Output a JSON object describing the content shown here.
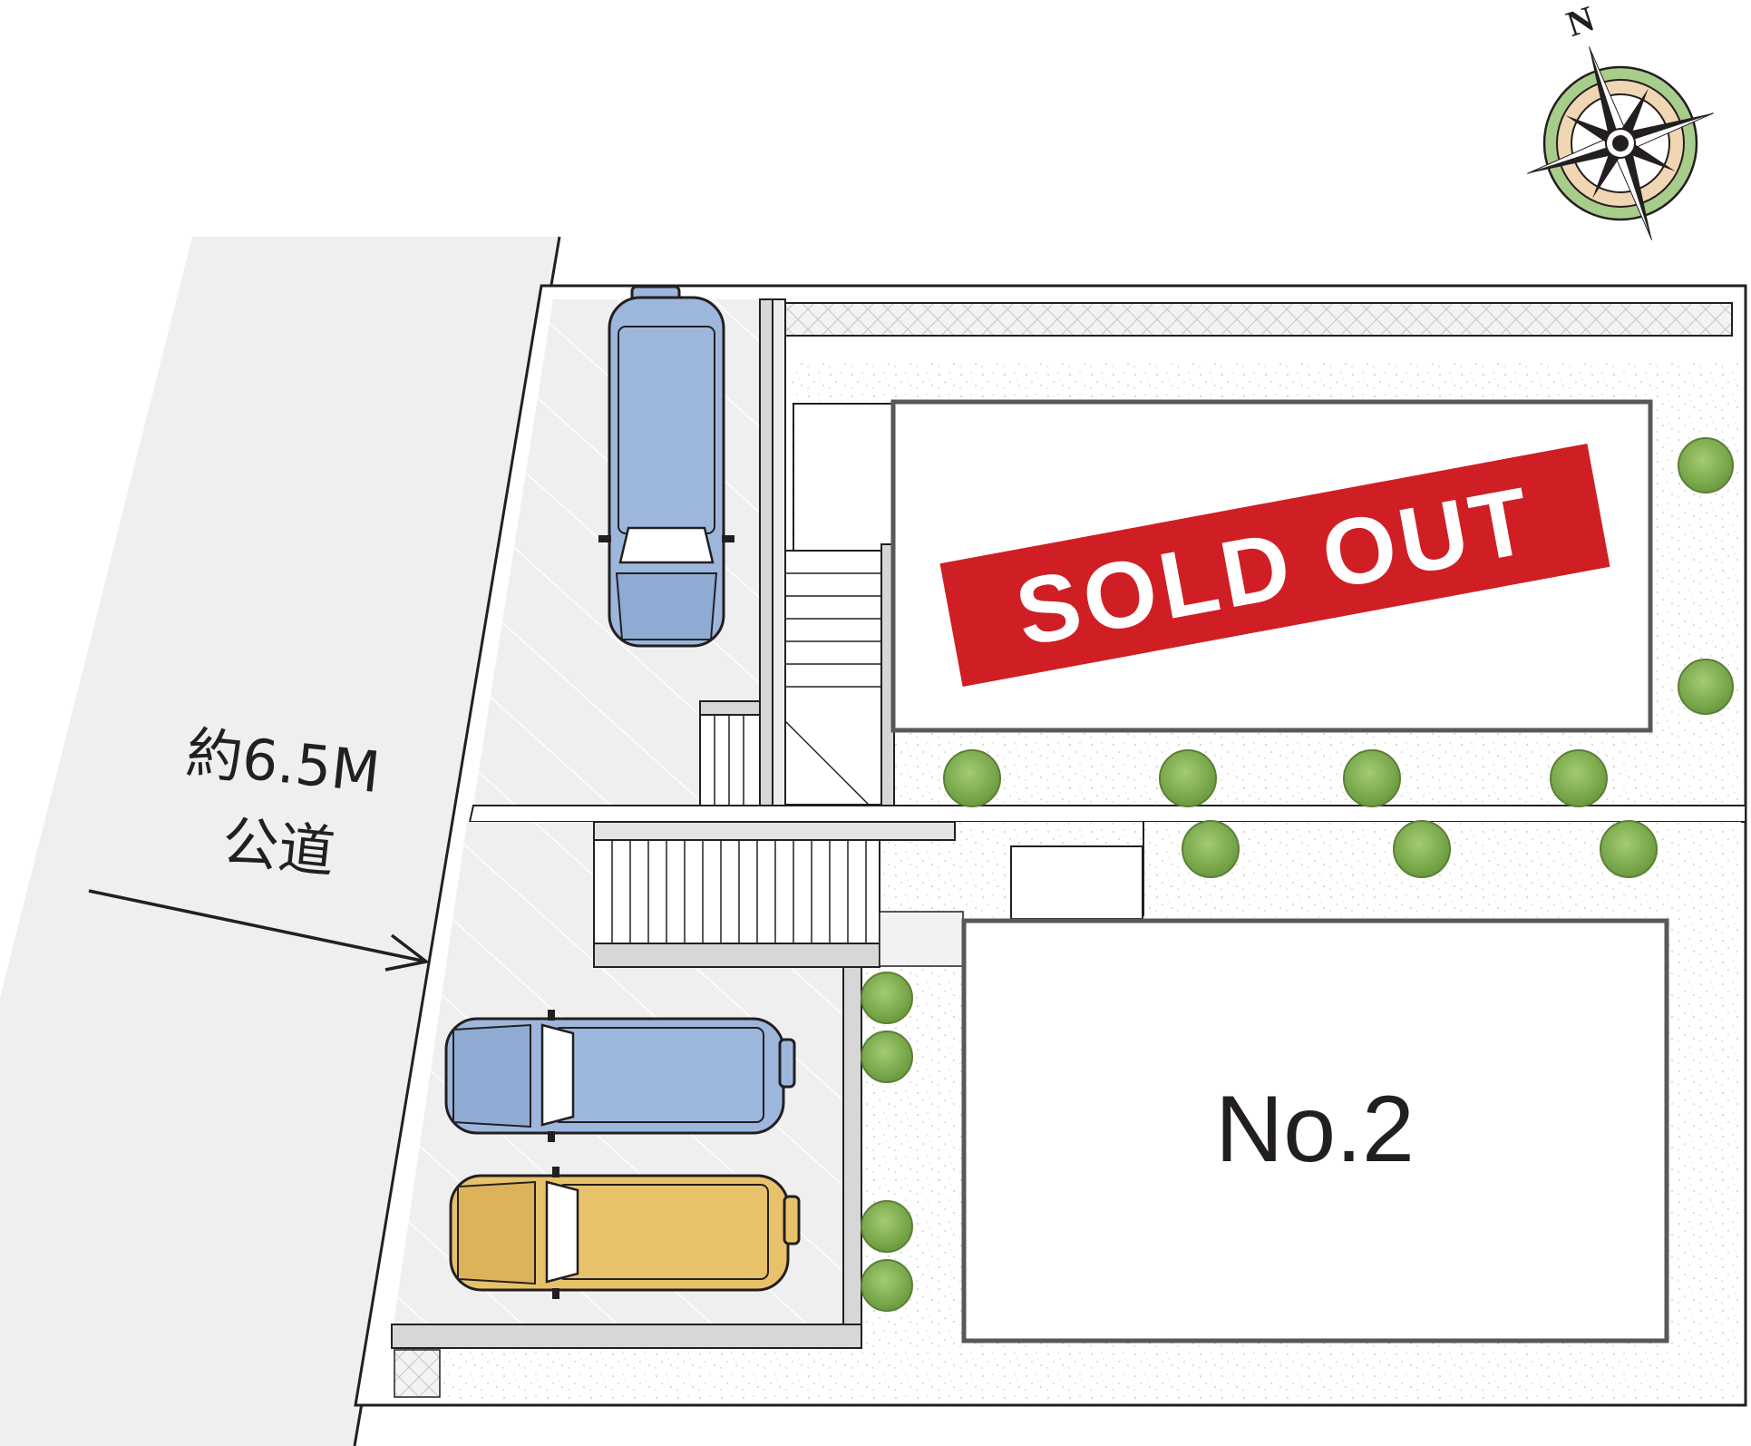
{
  "road": {
    "label_line1": "約6.5M",
    "label_line2": "公道"
  },
  "sold_banner": {
    "text": "SOLD OUT"
  },
  "lot": {
    "label": "No.2"
  },
  "compass": {
    "north_label": "N"
  },
  "colors": {
    "road": "#eeefef",
    "outline": "#231f20",
    "sold_red": "#cf1f25",
    "tree": "#7fb04d",
    "car_blue": "#9db7dc",
    "car_yellow": "#e8c26a"
  }
}
